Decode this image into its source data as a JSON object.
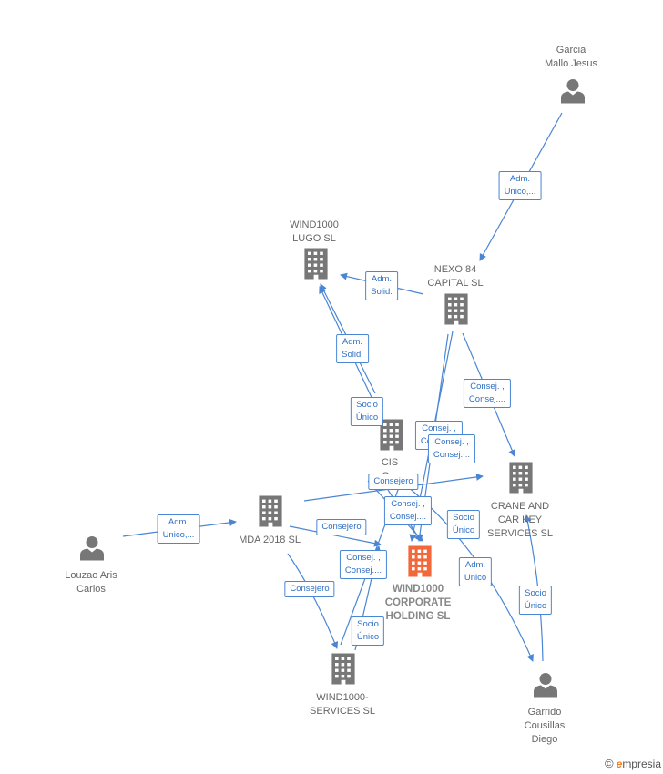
{
  "colors": {
    "edge": "#4a86d4",
    "label_border": "#4a86d4",
    "label_text": "#2f6fc4",
    "company_icon": "#777777",
    "main_company_icon": "#f2683a",
    "person_icon": "#777777"
  },
  "nodes": [
    {
      "id": "garcia",
      "type": "person",
      "label": "Garcia\nMallo Jesus"
    },
    {
      "id": "wind_lugo",
      "type": "company",
      "label": "WIND1000\nLUGO  SL"
    },
    {
      "id": "nexo",
      "type": "company",
      "label": "NEXO 84\nCAPITAL  SL"
    },
    {
      "id": "cis",
      "type": "company",
      "label": "CIS\nG..."
    },
    {
      "id": "crane",
      "type": "company",
      "label": "CRANE AND\nCAR KEY\nSERVICES  SL"
    },
    {
      "id": "louzao",
      "type": "person",
      "label": "Louzao Aris\nCarlos"
    },
    {
      "id": "mda",
      "type": "company",
      "label": "MDA 2018  SL"
    },
    {
      "id": "wind_corp",
      "type": "main",
      "label": "WIND1000\nCORPORATE\nHOLDING  SL"
    },
    {
      "id": "wind_serv",
      "type": "company",
      "label": "WIND1000-\nSERVICES SL"
    },
    {
      "id": "garrido",
      "type": "person",
      "label": "Garrido\nCousillas\nDiego"
    }
  ],
  "edge_labels": [
    {
      "id": "e1",
      "text": "Adm.\nUnico,..."
    },
    {
      "id": "e2",
      "text": "Adm.\nSolid."
    },
    {
      "id": "e3",
      "text": "Adm.\nSolid."
    },
    {
      "id": "e4",
      "text": "Socio\nÚnico"
    },
    {
      "id": "e5",
      "text": "Consej. ,\nConsej...."
    },
    {
      "id": "e6",
      "text": "Consej. ,\nConsej...."
    },
    {
      "id": "e7",
      "text": "Consej. ,\nConsej...."
    },
    {
      "id": "e8",
      "text": "Consejero"
    },
    {
      "id": "e9",
      "text": "Consej. ,\nConsej...."
    },
    {
      "id": "e10",
      "text": "Socio\nÚnico"
    },
    {
      "id": "e11",
      "text": "Adm.\nUnico,..."
    },
    {
      "id": "e12",
      "text": "Consejero"
    },
    {
      "id": "e13",
      "text": "Adm.\nUnico"
    },
    {
      "id": "e14",
      "text": "Consej. ,\nConsej...."
    },
    {
      "id": "e15",
      "text": "Consejero"
    },
    {
      "id": "e16",
      "text": "Socio\nÚnico"
    },
    {
      "id": "e17",
      "text": "Socio\nÚnico"
    }
  ],
  "brand": {
    "copyright": "©",
    "first_letter": "e",
    "rest": "mpresia"
  }
}
